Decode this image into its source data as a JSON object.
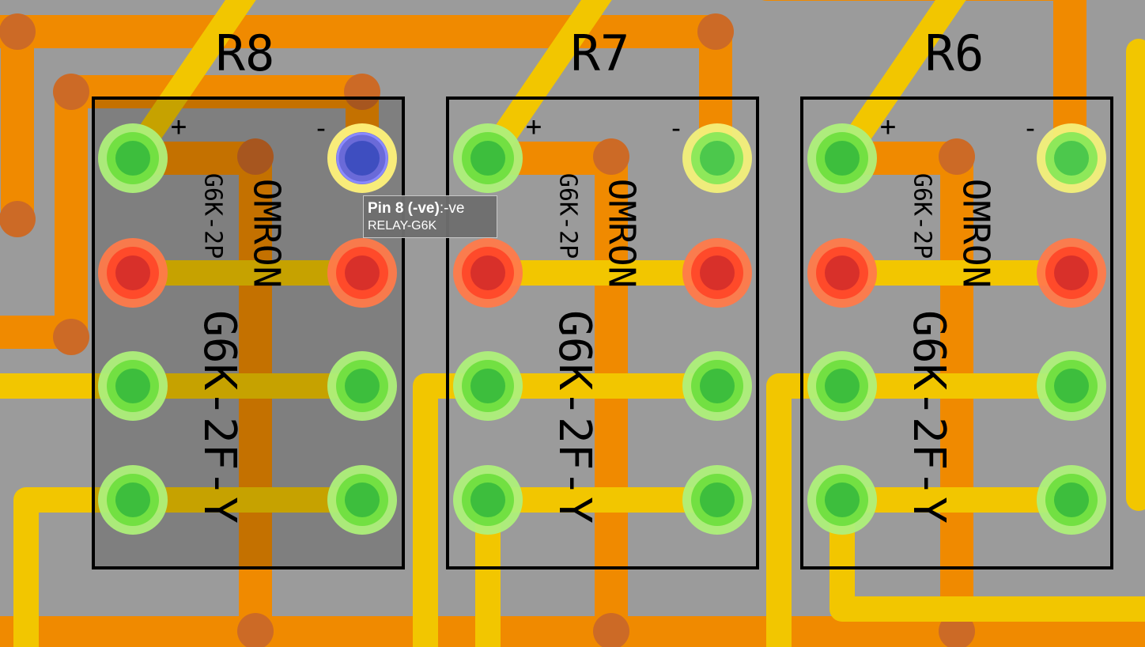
{
  "colors": {
    "board": "#9b9b9b",
    "trace_orange": "#f08a00",
    "trace_yellow": "#f2c600",
    "via": "#cc6a26",
    "pad_green": "#3dbe3d",
    "pad_red": "#e03a2e",
    "pad_selected": "#4a58c8"
  },
  "relays": [
    {
      "designator": "R8",
      "manufacturer": "OMRON",
      "value": "G6K-2P",
      "part": "G6K-2F-Y",
      "plus": "+",
      "minus": "-",
      "selected": true
    },
    {
      "designator": "R7",
      "manufacturer": "OMRON",
      "value": "G6K-2P",
      "part": "G6K-2F-Y",
      "plus": "+",
      "minus": "-",
      "selected": false
    },
    {
      "designator": "R6",
      "manufacturer": "OMRON",
      "value": "G6K-2P",
      "part": "G6K-2F-Y",
      "plus": "+",
      "minus": "-",
      "selected": false
    }
  ],
  "tooltip": {
    "pin": "Pin 8 (-ve)",
    "net": ":-ve",
    "footprint": "RELAY-G6K"
  }
}
